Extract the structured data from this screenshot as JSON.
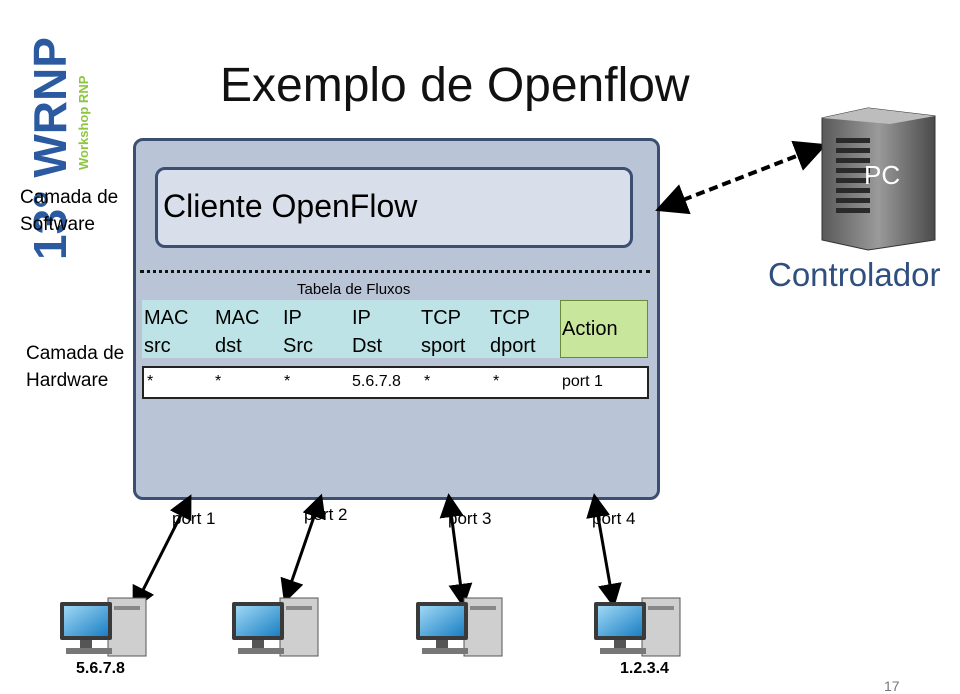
{
  "title": "Exemplo de Openflow",
  "logo": {
    "big_text": "13° WRNP",
    "small_text": "Workshop RNP"
  },
  "layers": {
    "software": [
      "Camada de",
      "Software"
    ],
    "hardware": [
      "Camada de",
      "Hardware"
    ]
  },
  "client_label": "Cliente OpenFlow",
  "flow_table": {
    "label": "Tabela de Fluxos",
    "headers": [
      [
        "MAC",
        "src"
      ],
      [
        "MAC",
        "dst"
      ],
      [
        "IP",
        "Src"
      ],
      [
        "IP",
        "Dst"
      ],
      [
        "TCP",
        "sport"
      ],
      [
        "TCP",
        "dport"
      ]
    ],
    "action_header": "Action",
    "entry": [
      "*",
      "*",
      "*",
      "5.6.7.8",
      "*",
      "*",
      "port 1"
    ]
  },
  "ports": [
    "port 1",
    "port 2",
    "port 3",
    "port 4"
  ],
  "controller": {
    "label": "Controlador",
    "pc_label": "PC"
  },
  "hosts": {
    "left_ip": "5.6.7.8",
    "right_ip": "1.2.3.4"
  },
  "page_number": "17",
  "colors": {
    "switch_fill": "#b9c4d6",
    "switch_border": "#3b4f73",
    "header_fill": "#bde3e6",
    "action_fill": "#c9e79c",
    "controller_text": "#2f4f7f"
  }
}
